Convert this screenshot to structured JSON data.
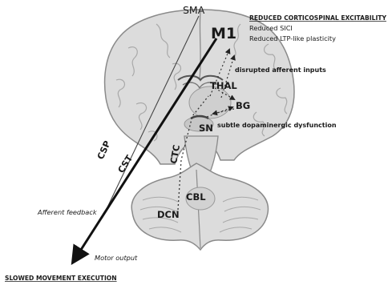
{
  "labels": {
    "sma": "SMA",
    "m1": "M1",
    "thal": "THAL",
    "bg": "BG",
    "sn": "SN",
    "cbl": "CBL",
    "dcn": "DCN",
    "csp": "CSP",
    "cst": "CST",
    "ctc": "CTC"
  },
  "annotations": {
    "excitability_title": "REDUCED CORTICOSPINAL EXCITABILITY",
    "excitability_line1": "Reduced SICI",
    "excitability_line2": "Reduced LTP-like plasticity",
    "disrupted_inputs": "disrupted afferent inputs",
    "dopaminergic": "subtle dopaminergic dysfunction",
    "afferent_feedback": "Afferent feedback",
    "motor_output": "Motor output",
    "slowed_execution": "SLOWED MOVEMENT EXECUTION"
  }
}
